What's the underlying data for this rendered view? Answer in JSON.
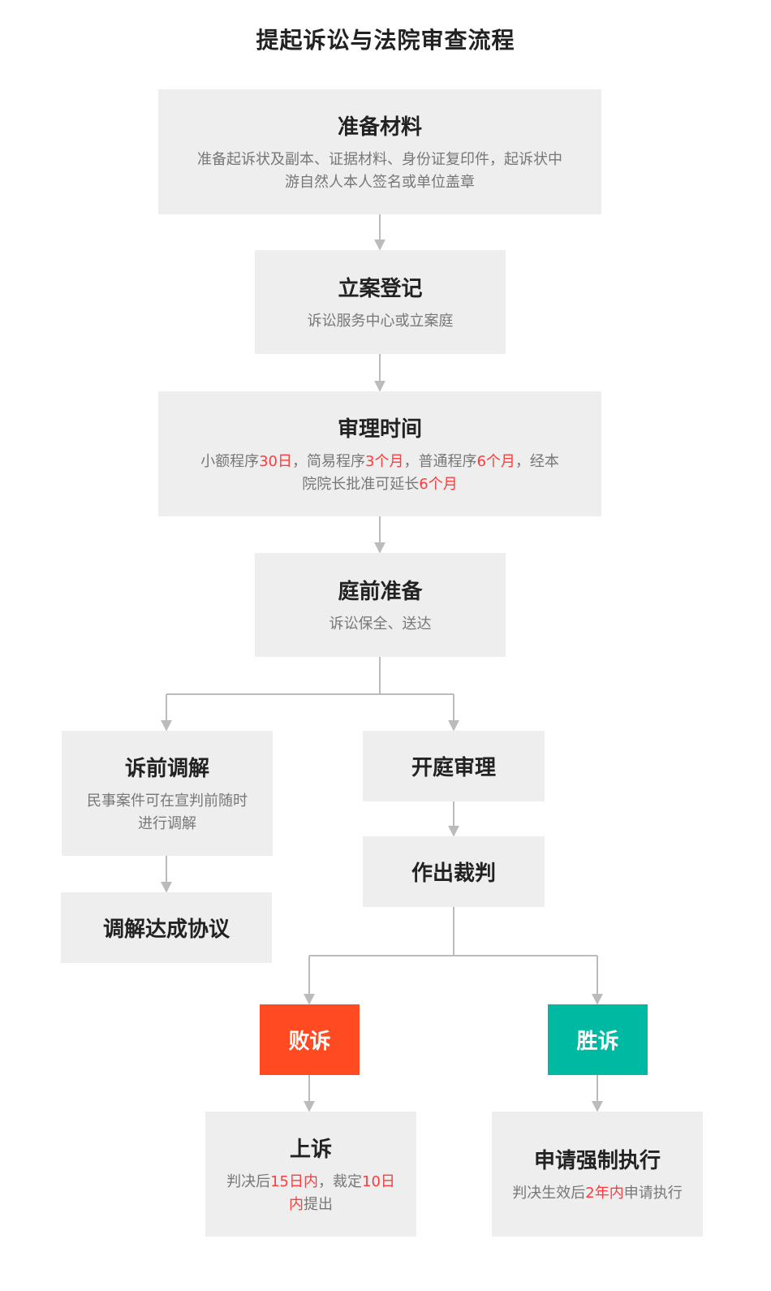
{
  "title": "提起诉讼与法院审查流程",
  "colors": {
    "box_bg": "#eeeeee",
    "line": "#bbbbbb",
    "highlight": "#ff3b3b",
    "lose": "#ff4a22",
    "win": "#00b9a2"
  },
  "steps": {
    "prepare": {
      "head": "准备材料",
      "desc_line1": "准备起诉状及副本、证据材料、身份证复印件，起诉状中",
      "desc_line2": "游自然人本人签名或单位盖章"
    },
    "register": {
      "head": "立案登记",
      "desc": "诉讼服务中心或立案庭"
    },
    "duration": {
      "head": "审理时间",
      "l1a": "小额程序",
      "l1b": "30日",
      "l1c": "，简易程序",
      "l1d": "3个月",
      "l1e": "，普通程序",
      "l1f": "6个月",
      "l1g": "，经本",
      "l2a": "院院长批准可延长",
      "l2b": "6个月"
    },
    "pretrial": {
      "head": "庭前准备",
      "desc": "诉讼保全、送达"
    },
    "mediation": {
      "head": "诉前调解",
      "desc_line1": "民事案件可在宣判前随时",
      "desc_line2": "进行调解"
    },
    "agreement": {
      "head": "调解达成协议"
    },
    "hearing": {
      "head": "开庭审理"
    },
    "judgment": {
      "head": "作出裁判"
    },
    "lose": {
      "head": "败诉"
    },
    "win": {
      "head": "胜诉"
    },
    "appeal": {
      "head": "上诉",
      "l1a": "判决后",
      "l1b": "15日内",
      "l1c": "，裁定",
      "l1d": "10日",
      "l2a": "内",
      "l2b": "提出"
    },
    "enforce": {
      "head": "申请强制执行",
      "da": "判决生效后",
      "db": "2年内",
      "dc": "申请执行"
    }
  }
}
